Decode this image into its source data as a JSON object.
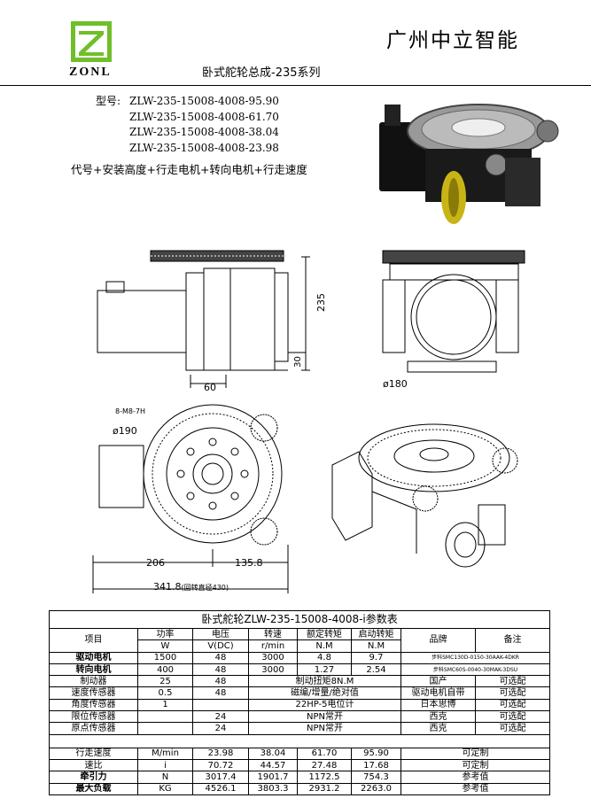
{
  "header": {
    "logo_text": "ZONL",
    "company": "广州中立智能",
    "series_title": "卧式舵轮总成-235系列"
  },
  "models": {
    "label": "型号:",
    "items": [
      "ZLW-235-15008-4008-95.90",
      "ZLW-235-15008-4008-61.70",
      "ZLW-235-15008-4008-38.04",
      "ZLW-235-15008-4008-23.98"
    ],
    "code_desc": "代号+安装高度+行走电机+转向电机+行走速度"
  },
  "dims": {
    "height": "235",
    "bottom": "30",
    "offset": "60",
    "dia180": "ø180",
    "dia190": "ø190",
    "holes": "8-M8-7H",
    "w206": "206",
    "w1358": "135.8",
    "w3418": "341.8",
    "turn_note": "(回转直径430)"
  },
  "table": {
    "title": "卧式舵轮ZLW-235-15008-4008-i参数表",
    "headers": {
      "item": "项目",
      "power": "功率",
      "power_u": "W",
      "voltage": "电压",
      "voltage_u": "V(DC)",
      "speed": "转速",
      "speed_u": "r/min",
      "rated": "额定转矩",
      "rated_u": "N.M",
      "start": "启动转矩",
      "start_u": "N.M",
      "brand": "品牌",
      "note": "备注"
    },
    "rows": {
      "drive": {
        "name": "驱动电机",
        "p": "1500",
        "v": "48",
        "s": "3000",
        "r": "4.8",
        "st": "9.7",
        "brand": "步科SMC130D-0150-30AAK-4DKR"
      },
      "steer": {
        "name": "转向电机",
        "p": "400",
        "v": "48",
        "s": "3000",
        "r": "1.27",
        "st": "2.54",
        "brand": "步科SMC60S-0040-30MAK-3DSU"
      },
      "brake": {
        "name": "制动器",
        "p": "25",
        "v": "48",
        "desc": "制动扭矩8N.M",
        "brand": "国产",
        "note": "可选配"
      },
      "speed_s": {
        "name": "速度传感器",
        "p": "0.5",
        "v": "48",
        "desc": "磁编/增量/绝对值",
        "brand": "驱动电机自带",
        "note": "可选配"
      },
      "angle_s": {
        "name": "角度传感器",
        "p": "1",
        "desc": "22HP-5电位计",
        "brand": "日本思博",
        "note": "可选配"
      },
      "limit_s": {
        "name": "限位传感器",
        "v": "24",
        "desc": "NPN常开",
        "brand": "西克",
        "note": "可选配"
      },
      "origin_s": {
        "name": "原点传感器",
        "v": "24",
        "desc": "NPN常开",
        "brand": "西克",
        "note": "可选配"
      }
    },
    "perf": {
      "travel": {
        "name": "行走速度",
        "u": "M/min",
        "v1": "23.98",
        "v2": "38.04",
        "v3": "61.70",
        "v4": "95.90",
        "note": "可定制"
      },
      "ratio": {
        "name": "速比",
        "u": "i",
        "v1": "70.72",
        "v2": "44.57",
        "v3": "27.48",
        "v4": "17.68",
        "note": "可定制"
      },
      "traction": {
        "name": "牵引力",
        "u": "N",
        "v1": "3017.4",
        "v2": "1901.7",
        "v3": "1172.5",
        "v4": "754.3",
        "note": "参考值"
      },
      "load": {
        "name": "最大负载",
        "u": "KG",
        "v1": "4526.1",
        "v2": "3803.3",
        "v3": "2931.2",
        "v4": "2263.0",
        "note": "参考值"
      }
    }
  }
}
